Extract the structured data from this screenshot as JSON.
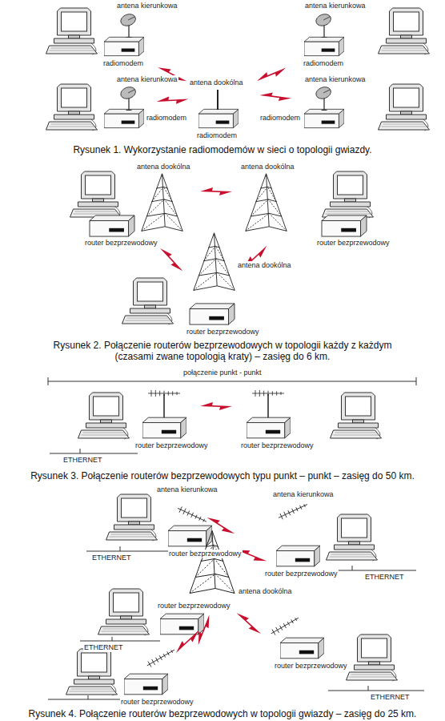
{
  "diagram": {
    "labels": [
      "antena kierunkowa",
      "antena kierunkowa",
      "radiomodem",
      "radiomodem",
      "antena dookólna",
      "antena kierunkowa",
      "antena kierunkowa",
      "radiomodem",
      "radiomodem",
      "radiomodem",
      "Rysunek 1. Wykorzystanie radiomodemów w sieci o topologii gwiazdy.",
      "antena dookólna",
      "antena dookólna",
      "router bezprzewodowy",
      "router bezprzewodowy",
      "antena dookólna",
      "router bezprzewodowy",
      "Rysunek 2. Połączenie routerów bezprzewodowych w topologii każdy z każdym (czasami zwane topologią kraty) – zasięg do 6 km.",
      "połączenie punkt - punkt",
      "ETHERNET",
      "router bezprzewodowy",
      "router bezprzewodowy",
      "Rysunek 3. Połączenie routerów bezprzewodowych typu punkt – punkt – zasięg do 50 km.",
      "antena kierunkowa",
      "antena kierunkowa",
      "router bezprzewodowy",
      "router bezprzewodowy",
      "antena dookólna",
      "ETHERNET",
      "ETHERNET",
      "router bezprzewodowy",
      "ETHERNET",
      "router bezprzewodowy",
      "router bezprzewodowy",
      "ETHERNET",
      "Rysunek 4. Połączenie routerów bezprzewodowych w topologii gwiazdy – zasięg do 25 km."
    ]
  }
}
